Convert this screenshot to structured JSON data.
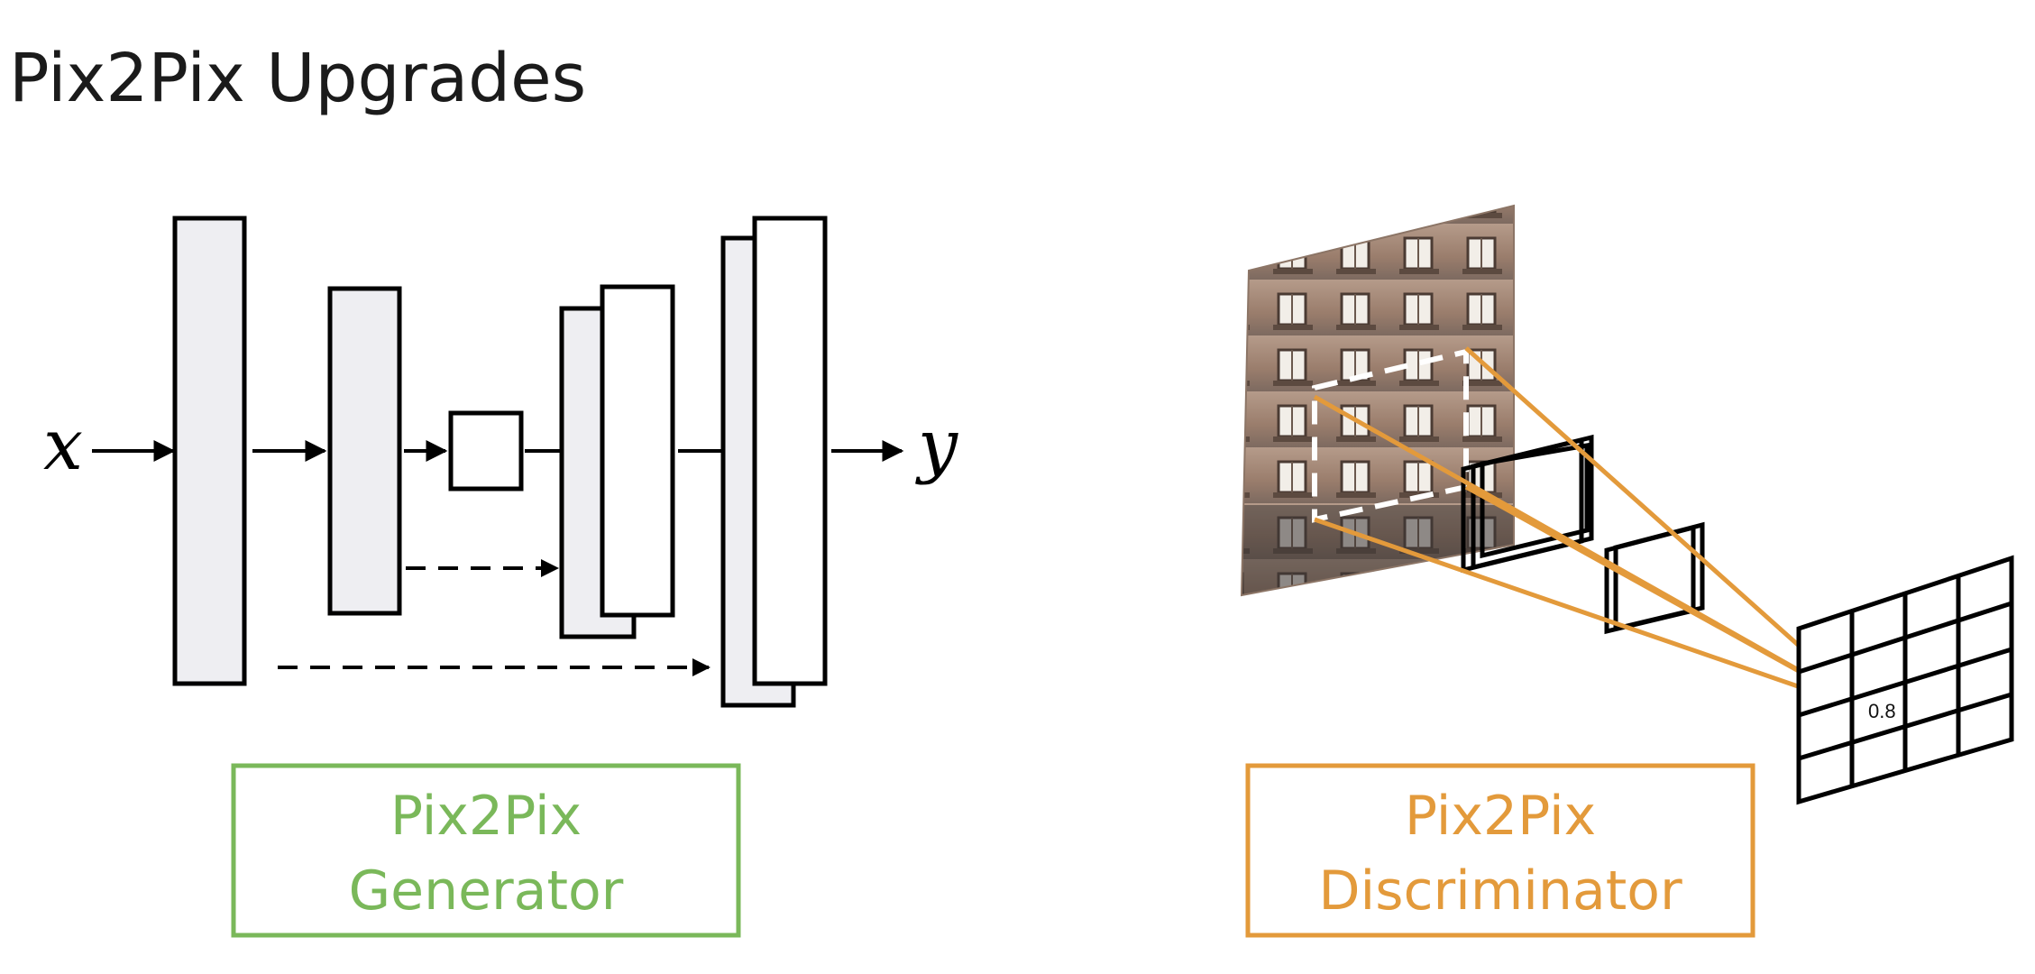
{
  "slide": {
    "title": "Pix2Pix Upgrades"
  },
  "generator": {
    "input_symbol": "x",
    "output_symbol": "y",
    "label_line1": "Pix2Pix",
    "label_line2": "Generator",
    "label_color": "#7ab85a"
  },
  "discriminator": {
    "label_line1": "Pix2Pix",
    "label_line2": "Discriminator",
    "label_color": "#e39a3b",
    "patch_output_value": "0.8",
    "ray_color": "#e39a3b"
  },
  "colors": {
    "block_fill": "#eeeef2",
    "stroke": "#000000"
  }
}
